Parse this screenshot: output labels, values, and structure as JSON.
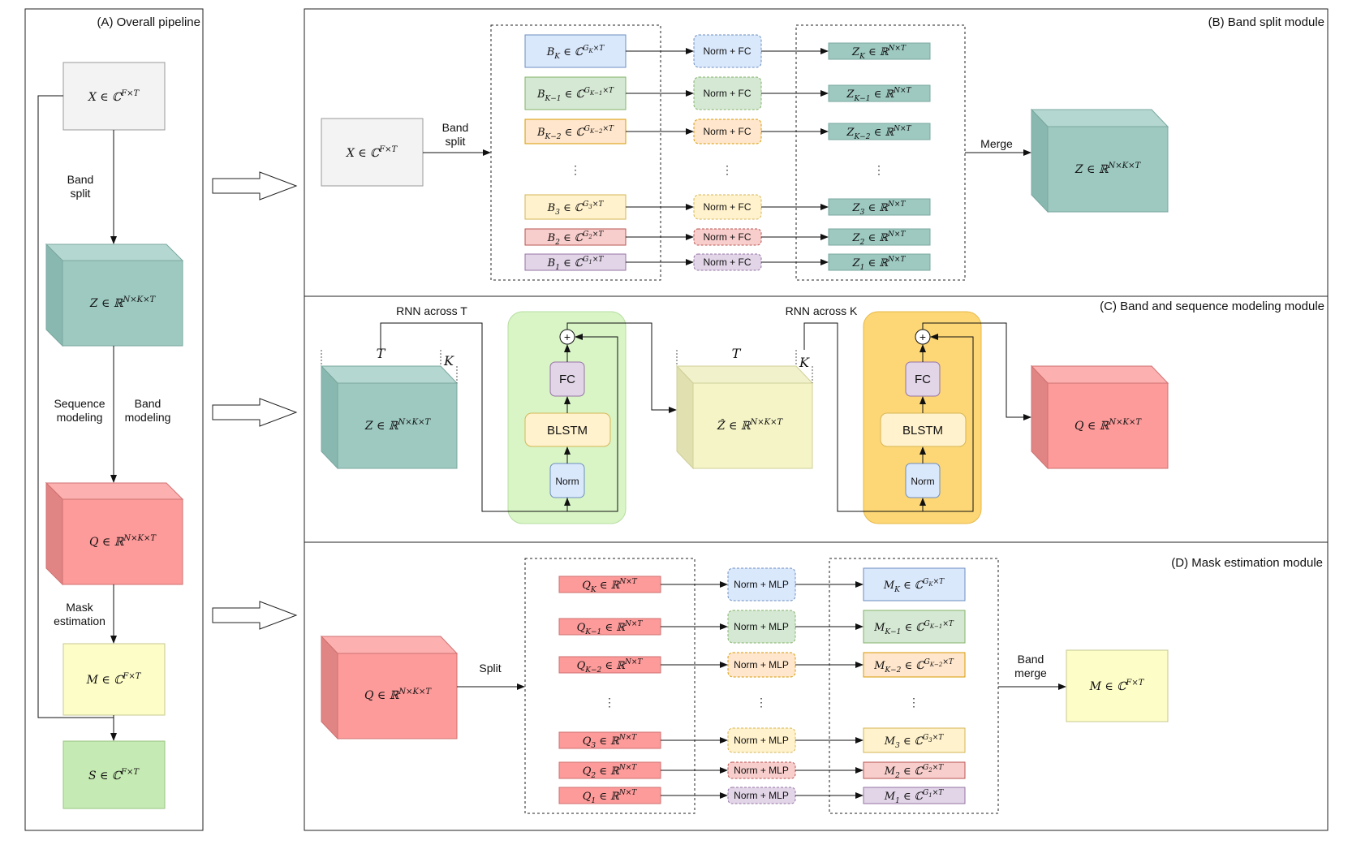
{
  "panels": {
    "a": "(A) Overall pipeline",
    "b": "(B) Band split module",
    "c": "(C) Band and sequence modeling module",
    "d": "(D) Mask estimation module"
  },
  "pipeline": {
    "x": "X ∈ ℂ^{F×T}",
    "band_split": [
      "Band",
      "split"
    ],
    "z": "Z ∈ ℝ^{N×K×T}",
    "seq_modeling": [
      "Sequence",
      "modeling"
    ],
    "band_modeling": [
      "Band",
      "modeling"
    ],
    "q": "Q ∈ ℝ^{N×K×T}",
    "mask_estimation": [
      "Mask",
      "estimation"
    ],
    "m": "M ∈ ℂ^{F×T}",
    "s": "S ∈ ℂ^{F×T}"
  },
  "band_split": {
    "input": "X ∈ ℂ^{F×T}",
    "split_label": [
      "Band",
      "split"
    ],
    "inputs": [
      "B_K ∈ ℂ^{G_K×T}",
      "B_{K−1} ∈ ℂ^{G_{K−1}×T}",
      "B_{K−2} ∈ ℂ^{G_{K−2}×T}",
      "B_3 ∈ ℂ^{G_3×T}",
      "B_2 ∈ ℂ^{G_2×T}",
      "B_1 ∈ ℂ^{G_1×T}"
    ],
    "op": "Norm + FC",
    "outputs": [
      "Z_K ∈ ℝ^{N×T}",
      "Z_{K−1} ∈ ℝ^{N×T}",
      "Z_{K−2} ∈ ℝ^{N×T}",
      "Z_3 ∈ ℝ^{N×T}",
      "Z_2 ∈ ℝ^{N×T}",
      "Z_1 ∈ ℝ^{N×T}"
    ],
    "ellipsis": "⋮",
    "merge_label": "Merge",
    "output": "Z ∈ ℝ^{N×K×T}"
  },
  "sequence": {
    "rnn_t": "RNN across T",
    "rnn_k": "RNN across K",
    "axis_t": "T",
    "axis_k": "K",
    "input": "Z ∈ ℝ^{N×K×T}",
    "fc": "FC",
    "blstm": "BLSTM",
    "norm": "Norm",
    "plus": "+",
    "middle": "Ẑ ∈ ℝ^{N×K×T}",
    "output": "Q ∈ ℝ^{N×K×T}"
  },
  "mask": {
    "input": "Q ∈ ℝ^{N×K×T}",
    "split_label": "Split",
    "inputs": [
      "Q_K ∈ ℝ^{N×T}",
      "Q_{K−1} ∈ ℝ^{N×T}",
      "Q_{K−2} ∈ ℝ^{N×T}",
      "Q_3 ∈ ℝ^{N×T}",
      "Q_2 ∈ ℝ^{N×T}",
      "Q_1 ∈ ℝ^{N×T}"
    ],
    "op": "Norm + MLP",
    "outputs": [
      "M_K ∈ ℂ^{G_K×T}",
      "M_{K−1} ∈ ℂ^{G_{K−1}×T}",
      "M_{K−2} ∈ ℂ^{G_{K−2}×T}",
      "M_3 ∈ ℂ^{G_3×T}",
      "M_2 ∈ ℂ^{G_2×T}",
      "M_1 ∈ ℂ^{G_1×T}"
    ],
    "ellipsis": "⋮",
    "merge_label": [
      "Band",
      "merge"
    ],
    "output": "M ∈ ℂ^{F×T}"
  },
  "colors": {
    "gray": "#f3f3f3",
    "teal": "#9dc9c1",
    "red": "#fd9a9a",
    "yellow_light": "#fdfdc8",
    "green": "#c6eab3",
    "blue": "#dae8fc",
    "green_pale": "#d5e8d4",
    "orange": "#ffe6cc",
    "yellow": "#fff2cc",
    "pink": "#f8cecc",
    "purple": "#e1d5e7",
    "lime_panel": "#d9f5c6",
    "gold_panel": "#fdd775"
  }
}
